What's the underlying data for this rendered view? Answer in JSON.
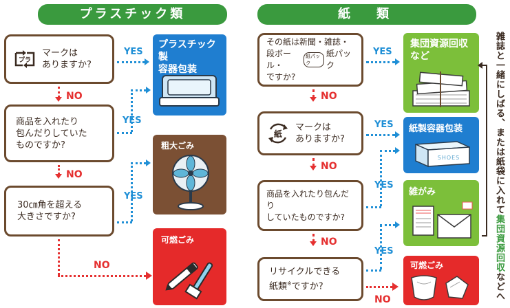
{
  "left": {
    "header": "プラスチック類",
    "q1": "マークは\nありますか?",
    "q1_mark": "プラ",
    "q2": "商品を入れたり\n包んだりしていた\nものですか?",
    "q3": "30㎝角を超える\n大きさですか?",
    "res1": "プラスチック製\n容器包装",
    "res2": "粗大ごみ",
    "res3": "可燃ごみ"
  },
  "right": {
    "header": "紙　類",
    "q1a": "その紙は新聞・雑誌・",
    "q1b": "段ボール・",
    "q1b_badge": "紙パック",
    "q1c": "紙パック",
    "q1d": "ですか?",
    "q2": "マークは\nありますか?",
    "q2_mark": "紙",
    "q3": "商品を入れたり包んだり\nしていたものですか?",
    "q4a": "リサイクルできる",
    "q4b": "紙類",
    "q4_mark": "※",
    "q4c": "ですか?",
    "res1": "集団資源回収\nなど",
    "res2": "紙製容器包装",
    "res2_box": "SHOES",
    "res3": "雑がみ",
    "res4": "可燃ごみ",
    "side_a": "雑誌と一緒にしばる、または紙袋に入れて",
    "side_b": "集団資源回収",
    "side_c": "などへ"
  },
  "labels": {
    "yes": "YES",
    "no": "NO"
  },
  "colors": {
    "green": "#3a9a3e",
    "blue": "#1f7ed0",
    "brown": "#7b5034",
    "red": "#e52a2a",
    "lime": "#7cbf3a"
  }
}
